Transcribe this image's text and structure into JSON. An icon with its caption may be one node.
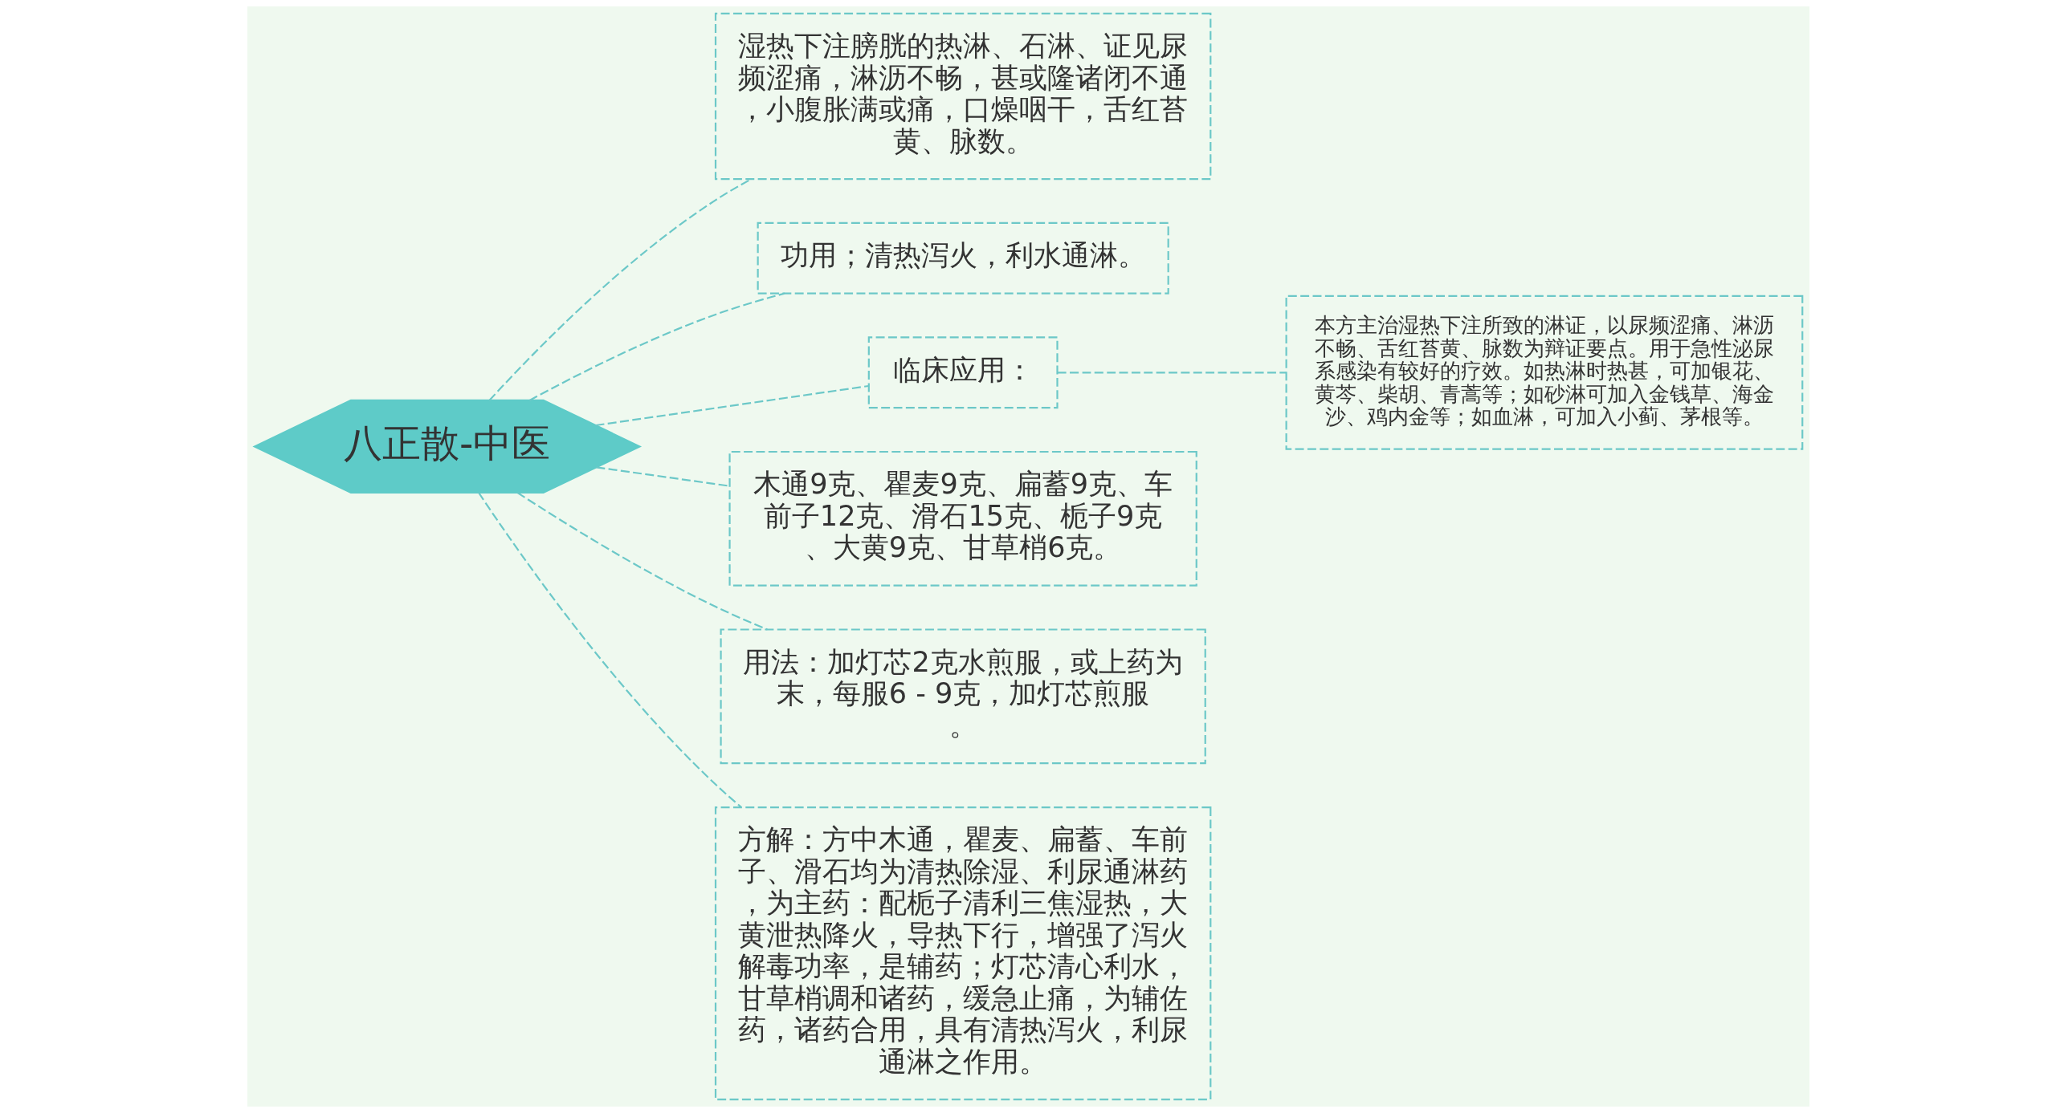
{
  "diagram": {
    "nodes": [
      {
        "text": [
          "八正散-中医"
        ]
      },
      {
        "text": [
          "湿热下注膀胱的热淋、石淋、证见尿频涩痛，淋沥不畅，甚或隆诸闭不通，小腹胀满或痛，口燥咽干，舌红苔黄、脉数。"
        ]
      },
      {
        "text": [
          "功用；清热泻火，利水通淋。"
        ]
      },
      {
        "text": [
          "临床应用："
        ]
      },
      {
        "text": [
          "本方主治湿热下注所致的淋证，以尿频涩痛、淋沥不畅、舌红苔黄、脉数为辩证要点。用于急性泌尿系感染有较好的疗效。如热淋时热甚，可加银花、黄芩、柴胡、青蒿等；如砂淋可加入金钱草、海金沙、鸡内金等；如血淋，可加入小蓟、茅根等。"
        ]
      },
      {
        "text": [
          "木通9克、瞿麦9克、扁蓄9克、车前子12克、滑石15克、栀子9克、大黄9克、甘草梢6克。"
        ]
      },
      {
        "text": [
          "用法：加灯芯2克水煎服，或上药为末，每服6 - 9克，加灯芯煎服。"
        ]
      },
      {
        "text": [
          "方解：方中木通，瞿麦、扁蓄、车前子、滑石均为清热除湿、利尿通淋药，为主药：配栀子清利三焦湿热，大黄泄热降火，导热下行，增强了泻火解毒功率，是辅药；灯芯清心利水，甘草梢调和诸药，缓急止痛，为辅佐药，诸药合用，具有清热泻火，利尿通淋之作用。"
        ]
      }
    ],
    "edges": [
      {
        "from": 0,
        "to": 1,
        "arrow": "none"
      },
      {
        "from": 0,
        "to": 2,
        "arrow": "none"
      },
      {
        "from": 0,
        "to": 3,
        "arrow": "none"
      },
      {
        "from": 3,
        "to": 4,
        "arrow": "none"
      },
      {
        "from": 0,
        "to": 5,
        "arrow": "none"
      },
      {
        "from": 0,
        "to": 6,
        "arrow": "none"
      },
      {
        "from": 0,
        "to": 7,
        "arrow": "none"
      }
    ]
  }
}
